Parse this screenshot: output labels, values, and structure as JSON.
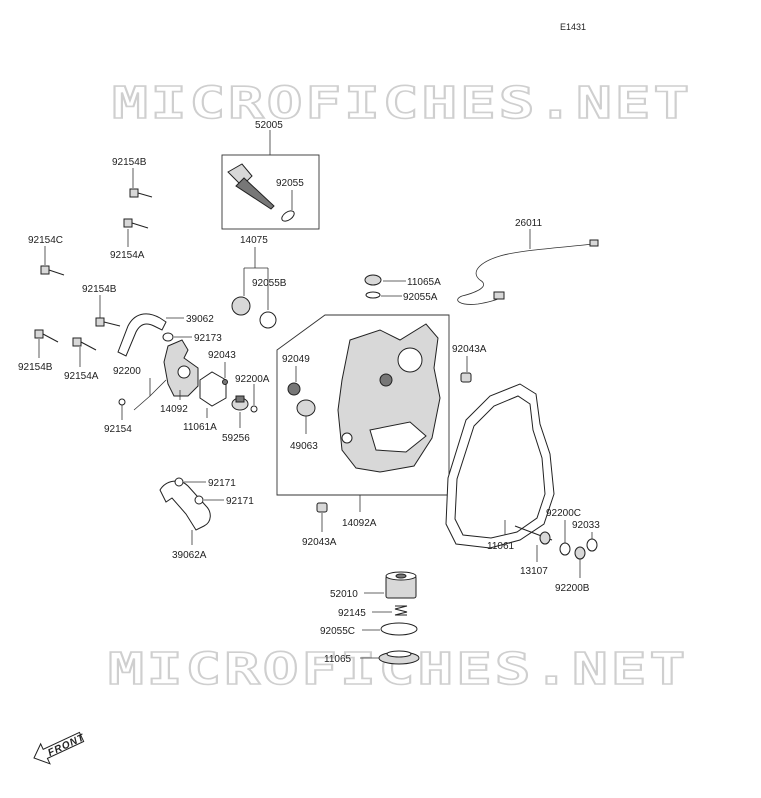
{
  "diagram": {
    "ref_code": "E1431",
    "watermark_text": "MICROFICHES.NET",
    "front_label": "FRONT",
    "part_numbers": {
      "p52005": "52005",
      "p92055": "92055",
      "p92154B_top": "92154B",
      "p92154A_top": "92154A",
      "p14075": "14075",
      "p92055B": "92055B",
      "p92154C": "92154C",
      "p26011": "26011",
      "p11065A": "11065A",
      "p92055A": "92055A",
      "p92154B_mid": "92154B",
      "p39062": "39062",
      "p92173": "92173",
      "p92043": "92043",
      "p92049": "92049",
      "p92043A_top": "92043A",
      "p92154B_low": "92154B",
      "p92154A_low": "92154A",
      "p92200": "92200",
      "p92200A": "92200A",
      "p14092": "14092",
      "p11061A": "11061A",
      "p92154": "92154",
      "p59256": "59256",
      "p49063": "49063",
      "p92171_a": "92171",
      "p92171_b": "92171",
      "p39062A": "39062A",
      "p14092A": "14092A",
      "p92043A_low": "92043A",
      "p11061": "11061",
      "p92200C": "92200C",
      "p92033": "92033",
      "p13107": "13107",
      "p92200B": "92200B",
      "p52010": "52010",
      "p92145": "92145",
      "p92055C": "92055C",
      "p11065": "11065"
    }
  }
}
